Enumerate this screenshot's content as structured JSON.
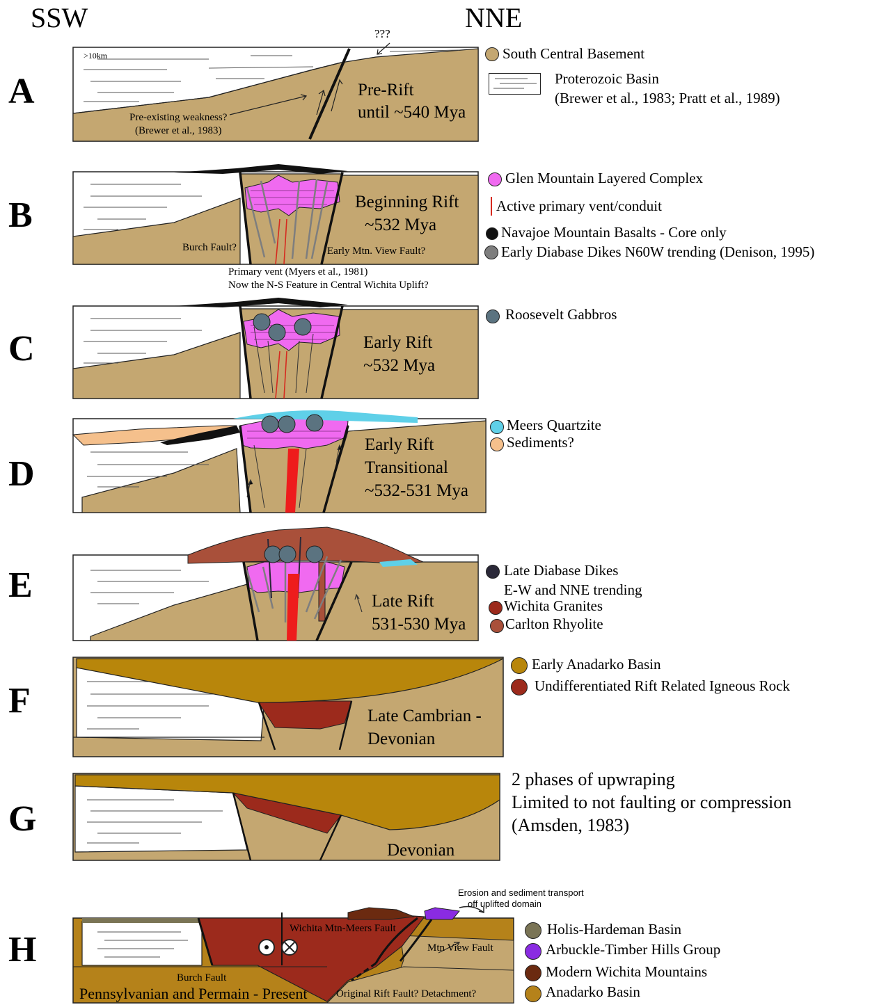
{
  "header": {
    "left": "SSW",
    "right": "NNE"
  },
  "colors": {
    "basement": "#c4a771",
    "glen": "#f06af0",
    "gabbro": "#5b7380",
    "meers": "#5fd0e8",
    "sediments": "#f5c08c",
    "rhyolite": "#a9503a",
    "granite": "#9c2a1c",
    "late_dikes": "#2a2838",
    "early_anadarko": "#b8860b",
    "hollis": "#7a7455",
    "arbuckle": "#8a2be2",
    "wichita_mtns": "#6b2a10",
    "anadarko": "#b5821a"
  },
  "panels": [
    {
      "id": "A",
      "label": "A",
      "title": [
        "Pre-Rift",
        "until ~540 Mya"
      ],
      "notes": {
        "depth": ">10km",
        "question": "???",
        "weakness": [
          "Pre-existing weakness?",
          "(Brewer et al., 1983)"
        ]
      }
    },
    {
      "id": "B",
      "label": "B",
      "title": [
        "Beginning Rift",
        "~532 Mya"
      ],
      "notes": {
        "burch": "Burch Fault?",
        "mtn_view": "Early Mtn. View Fault?",
        "vent": [
          "Primary vent (Myers et al., 1981)",
          "Now the N-S Feature in Central Wichita Uplift?"
        ]
      }
    },
    {
      "id": "C",
      "label": "C",
      "title": [
        "Early Rift",
        "~532 Mya"
      ]
    },
    {
      "id": "D",
      "label": "D",
      "title": [
        "Early Rift",
        "Transitional",
        "~532-531 Mya"
      ]
    },
    {
      "id": "E",
      "label": "E",
      "title": [
        "Late Rift",
        "531-530 Mya"
      ]
    },
    {
      "id": "F",
      "label": "F",
      "title": [
        "Late Cambrian -",
        "Devonian"
      ]
    },
    {
      "id": "G",
      "label": "G",
      "title": [
        "Devonian"
      ]
    },
    {
      "id": "H",
      "label": "H",
      "title": [
        "Pennsylvanian and Permain - Present"
      ],
      "notes": {
        "erosion": [
          "Erosion and sediment transport",
          "off uplifted domain"
        ],
        "meers_fault": "Wichita Mtn-Meers Fault",
        "mtn_view": "Mtn View Fault",
        "burch": "Burch Fault",
        "original": "Original Rift Fault? Detachment?"
      }
    }
  ],
  "legends": {
    "A": [
      "South Central Basement",
      "Proterozoic Basin",
      "(Brewer et al., 1983; Pratt et al., 1989)"
    ],
    "B": [
      "Glen Mountain Layered Complex",
      "Active primary vent/conduit",
      "Navajoe Mountain Basalts - Core only",
      "Early Diabase Dikes N60W trending (Denison, 1995)"
    ],
    "C": [
      "Roosevelt Gabbros"
    ],
    "D": [
      "Meers Quartzite",
      "Sediments?"
    ],
    "E": [
      "Late Diabase Dikes",
      "E-W and NNE trending",
      "Wichita Granites",
      "Carlton Rhyolite"
    ],
    "F": [
      "Early Anadarko Basin",
      "Undifferentiated Rift Related Igneous Rock"
    ],
    "G": [
      "2 phases of upwraping",
      "Limited to not faulting or compression",
      "(Amsden, 1983)"
    ],
    "H": [
      "Holis-Hardeman Basin",
      "Arbuckle-Timber Hills Group",
      "Modern Wichita Mountains",
      "Anadarko Basin"
    ]
  }
}
